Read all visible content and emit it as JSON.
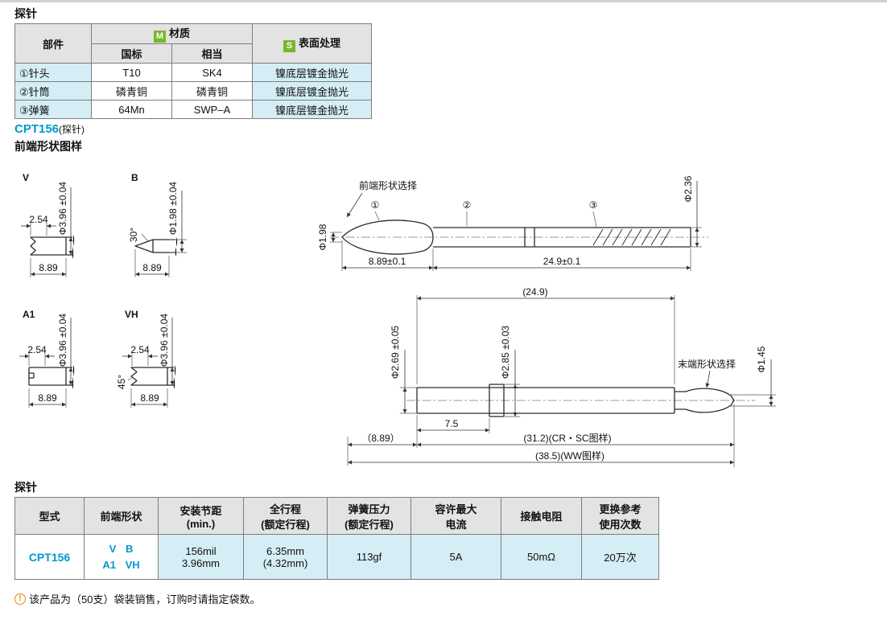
{
  "colors": {
    "accent_blue": "#0099cc",
    "icon_green": "#76b82a",
    "row_cyan": "#d5edf5",
    "header_gray": "#e3e3e3"
  },
  "page": {
    "top_section_title": "探针",
    "bottom_section_title": "探针",
    "footer": {
      "icon": "!",
      "text": "该产品为（50支）袋装销售，订购时请指定袋数。"
    }
  },
  "materials_table": {
    "col_part": "部件",
    "material_icon": "M",
    "col_material": "材质",
    "col_gb": "国标",
    "col_equiv": "相当",
    "surface_icon": "S",
    "col_surface": "表面处理",
    "rows": [
      {
        "part": "①针头",
        "gb": "T10",
        "equiv": "SK4",
        "surface": "镍底层镀金抛光"
      },
      {
        "part": "②针筒",
        "gb": "磷青铜",
        "equiv": "磷青铜",
        "surface": "镍底层镀金抛光"
      },
      {
        "part": "③弹簧",
        "gb": "64Mn",
        "equiv": "SWP–A",
        "surface": "镍底层镀金抛光"
      }
    ]
  },
  "model_heading": {
    "code": "CPT156",
    "suffix": "(探针)"
  },
  "drawings_title": "前端形状图样",
  "tip_drawings": {
    "v": {
      "label": "V",
      "dim_pitch": "2.54",
      "dim_dia": "Φ3.96 ±0.04",
      "dim_len": "8.89"
    },
    "b": {
      "label": "B",
      "dim_angle": "30°",
      "dim_dia": "Φ1.98 ±0.04",
      "dim_len": "8.89"
    },
    "a1": {
      "label": "A1",
      "dim_pitch": "2.54",
      "dim_dia": "Φ3.96 ±0.04",
      "dim_len": "8.89"
    },
    "vh": {
      "label": "VH",
      "dim_pitch": "2.54",
      "dim_angle": "45°",
      "dim_dia": "Φ3.96 ±0.04",
      "dim_len": "8.89"
    }
  },
  "assembly_drawing": {
    "front_shape_label": "前端形状选择",
    "callouts": [
      "①",
      "②",
      "③"
    ],
    "dim_tip_dia": "Φ1.98",
    "dim_tip_len": "8.89±0.1",
    "dim_body_len": "24.9±0.1",
    "dim_barrel_dia": "Φ2.36"
  },
  "barrel_drawing": {
    "dim_ref_len": "(24.9)",
    "dim_dia1": "Φ2.69 ±0.05",
    "dim_dia2": "Φ2.85 ±0.03",
    "end_shape_label": "末端形状选择",
    "dim_end_dia": "Φ1.45",
    "dim_75": "7.5",
    "dim_ref_889": "（8.89）",
    "dim_cr_sc": "(31.2)(CR・SC图样)",
    "dim_ww": "(38.5)(WW图样)"
  },
  "spec_table": {
    "headers": [
      {
        "line1": "型式",
        "line2": ""
      },
      {
        "line1": "前端形状",
        "line2": ""
      },
      {
        "line1": "安装节距",
        "line2": "(min.)"
      },
      {
        "line1": "全行程",
        "line2": "(额定行程)"
      },
      {
        "line1": "弹簧压力",
        "line2": "(额定行程)"
      },
      {
        "line1": "容许最大",
        "line2": "电流"
      },
      {
        "line1": "接触电阻",
        "line2": ""
      },
      {
        "line1": "更换参考",
        "line2": "使用次数"
      }
    ],
    "row": {
      "model": "CPT156",
      "tip_line1": "V B",
      "tip_line2": "A1 VH",
      "pitch_line1": "156mil",
      "pitch_line2": "3.96mm",
      "stroke_line1": "6.35mm",
      "stroke_line2": "(4.32mm)",
      "spring": "113gf",
      "current": "5A",
      "resistance": "50mΩ",
      "cycles": "20万次"
    }
  }
}
